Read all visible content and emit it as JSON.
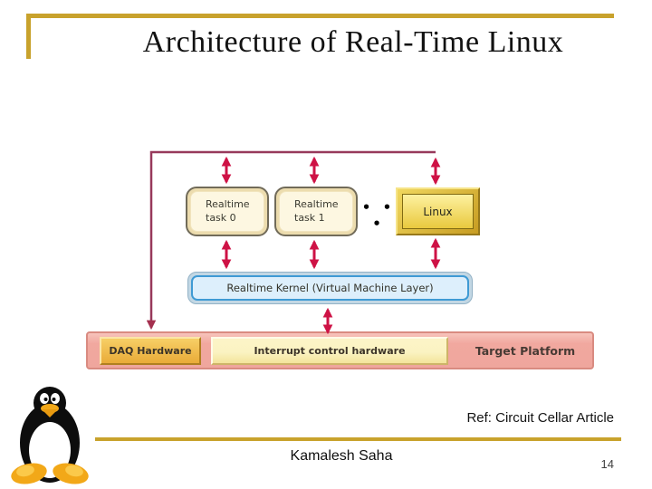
{
  "slide": {
    "title": "Architecture of Real-Time Linux",
    "reference": "Ref: Circuit Cellar Article",
    "author": "Kamalesh Saha",
    "page_number": "14"
  },
  "diagram": {
    "tasks": [
      {
        "line1": "Realtime",
        "line2": "task 0"
      },
      {
        "line1": "Realtime",
        "line2": "task 1"
      }
    ],
    "ellipsis": "• • •",
    "linux_box": "Linux",
    "kernel_box": "Realtime Kernel (Virtual Machine Layer)",
    "daq_box": "DAQ Hardware",
    "interrupt_box": "Interrupt control hardware",
    "platform_label": "Target Platform"
  },
  "icons": {
    "tux": "tux-penguin-icon",
    "arrows": "double-headed-arrow-icons"
  },
  "colors": {
    "accent_gold": "#C8A22C",
    "arrow_crimson": "#CE1245",
    "connector_maroon": "#97395B",
    "kernel_border_blue": "#3F9AD4",
    "kernel_fill_blue": "#DDEFFC",
    "platform_pink": "#F1A89F",
    "task_fill_cream": "#FDF7E1",
    "linux_gold": "#EFCF4A"
  }
}
